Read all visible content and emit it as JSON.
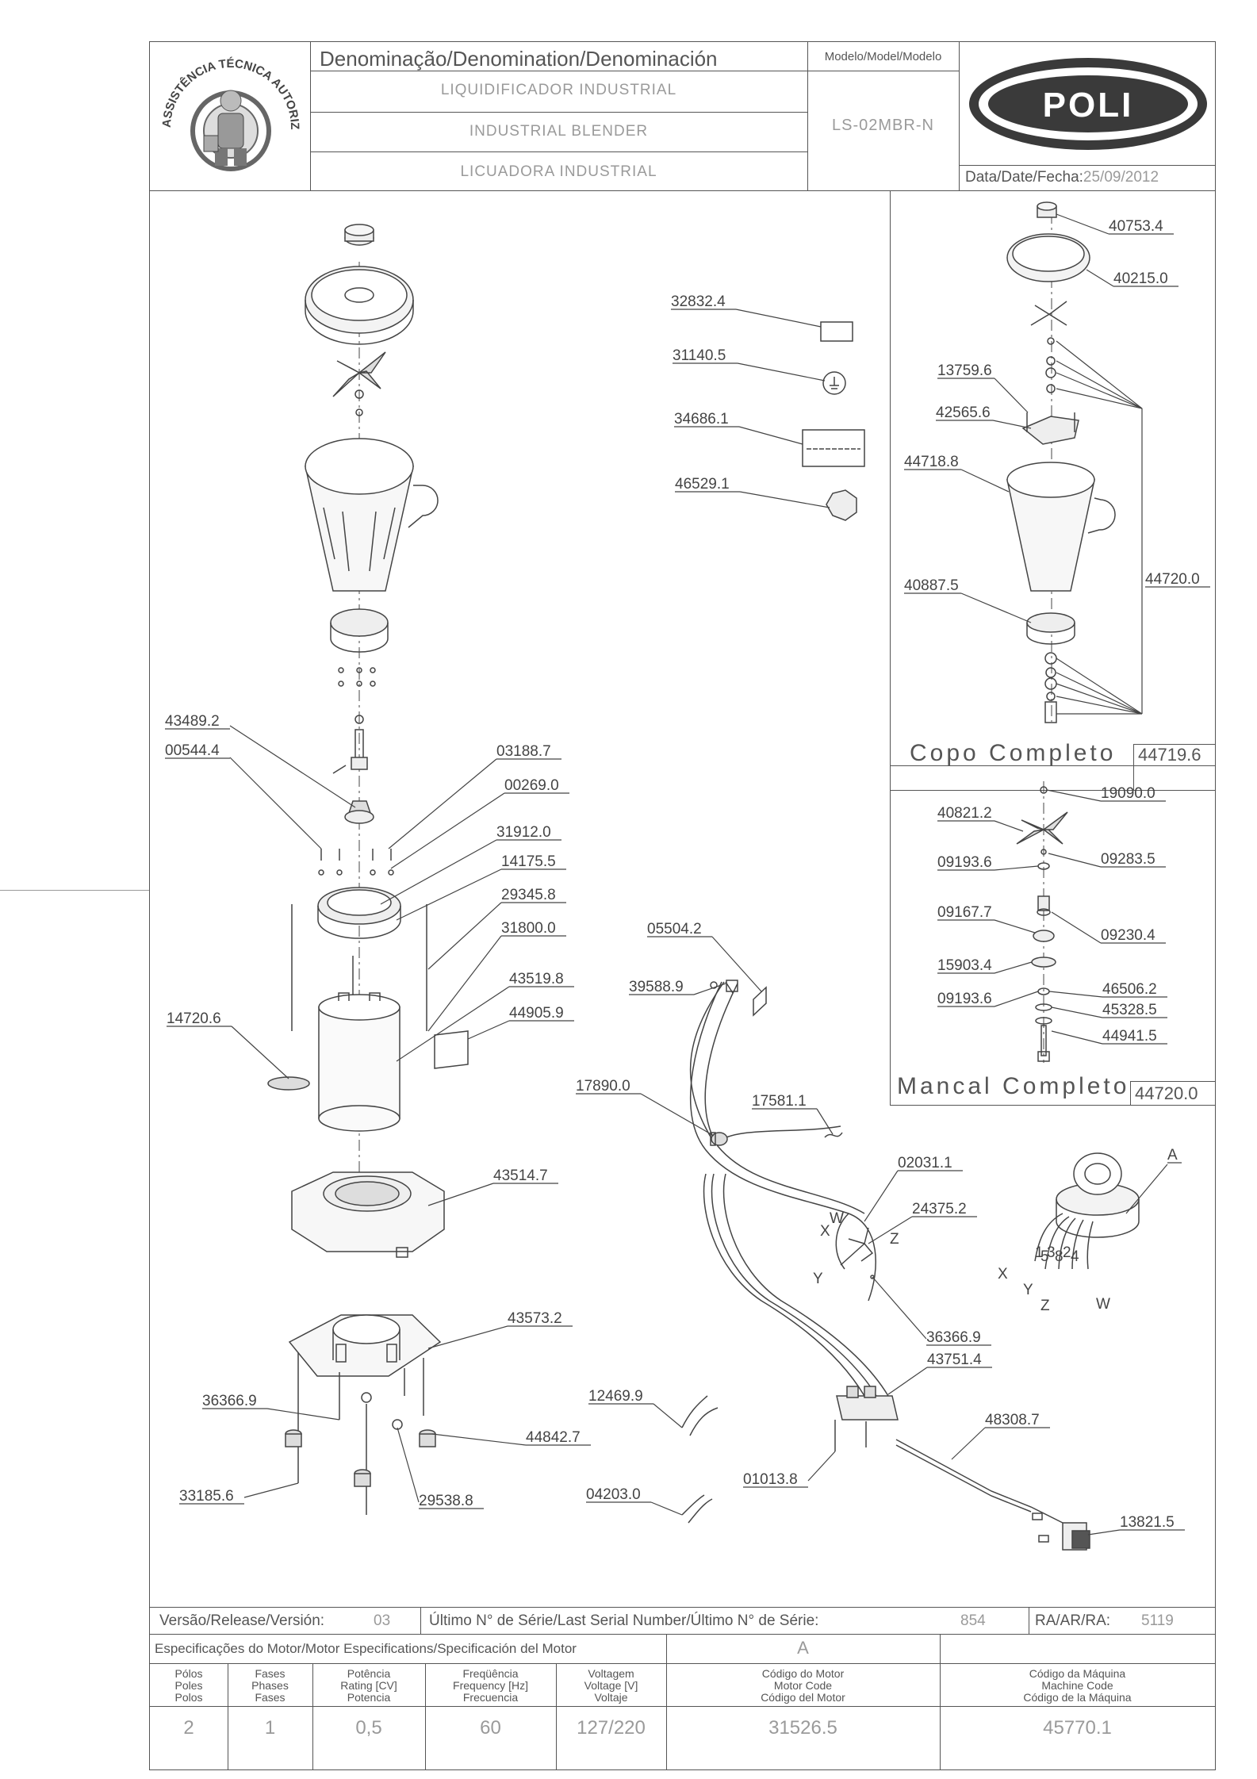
{
  "header": {
    "denomination_label": "Denominação/Denomination/Denominación",
    "name_pt": "LIQUIDIFICADOR INDUSTRIAL",
    "name_en": "INDUSTRIAL BLENDER",
    "name_es": "LICUADORA INDUSTRIAL",
    "model_label": "Modelo/Model/Modelo",
    "model_value": "LS-02MBR-N",
    "brand": "POLI",
    "date_label": "Data/Date/Fecha:",
    "date_value": "25/09/2012",
    "seal_text": "ASSISTÊNCIA TÉCNICA AUTORIZADA"
  },
  "callouts": {
    "main": [
      "43489.2",
      "00544.4",
      "03188.7",
      "00269.0",
      "31912.0",
      "14175.5",
      "29345.8",
      "31800.0",
      "43519.8",
      "44905.9",
      "14720.6",
      "43514.7",
      "43573.2",
      "36366.9",
      "44842.7",
      "33185.6",
      "29538.8"
    ],
    "accessories": [
      "32832.4",
      "31140.5",
      "34686.1",
      "46529.1"
    ],
    "wiring": [
      "05504.2",
      "39588.9",
      "17890.0",
      "17581.1",
      "02031.1",
      "24375.2",
      "36366.9",
      "43751.4",
      "12469.9",
      "48308.7",
      "04203.0",
      "01013.8",
      "13821.5",
      "A"
    ],
    "wire_letters": [
      "W",
      "X",
      "Z",
      "Y"
    ],
    "motor_terminals": [
      "1",
      "5",
      "3",
      "8",
      "2",
      "4",
      "X",
      "Y",
      "Z",
      "W"
    ],
    "copo": [
      "40753.4",
      "40215.0",
      "13759.6",
      "42565.6",
      "44718.8",
      "44720.0",
      "40887.5"
    ],
    "mancal": [
      "19090.0",
      "40821.2",
      "09283.5",
      "09193.6",
      "09167.7",
      "09230.4",
      "15903.4",
      "46506.2",
      "09193.6",
      "45328.5",
      "44941.5"
    ]
  },
  "panels": {
    "copo_title": "Copo Completo",
    "copo_code": "44719.6",
    "mancal_title": "Mancal Completo",
    "mancal_code": "44720.0"
  },
  "footer": {
    "version_label": "Versão/Release/Versión:",
    "version_value": "03",
    "serial_label": "Último N° de Série/Last Serial Number/Último N° de Série:",
    "serial_value": "854",
    "ra_label": "RA/AR/RA:",
    "ra_value": "5119",
    "spec_label": "Especificações do Motor/Motor Especifications/Specificación del Motor",
    "motor_col": "A",
    "col_poles": [
      "Pólos",
      "Poles",
      "Polos"
    ],
    "col_phases": [
      "Fases",
      "Phases",
      "Fases"
    ],
    "col_power": [
      "Potência",
      "Rating [CV]",
      "Potencia"
    ],
    "col_freq": [
      "Freqüência",
      "Frequency [Hz]",
      "Frecuencia"
    ],
    "col_volt": [
      "Voltagem",
      "Voltage [V]",
      "Voltaje"
    ],
    "col_motor": [
      "Código do Motor",
      "Motor Code",
      "Código del Motor"
    ],
    "col_machine": [
      "Código da Máquina",
      "Machine Code",
      "Código de la Máquina"
    ],
    "poles": "2",
    "phases": "1",
    "power": "0,5",
    "frequency": "60",
    "voltage": "127/220",
    "motor_code": "31526.5",
    "machine_code": "45770.1"
  }
}
